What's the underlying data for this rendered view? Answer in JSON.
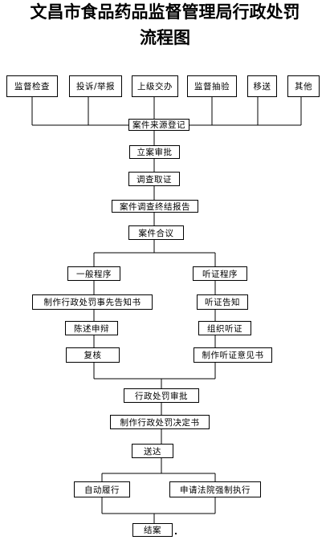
{
  "title": {
    "line1": "文昌市食品药品监督管理局行政处罚",
    "line2": "流程图"
  },
  "sources": [
    "监督检查",
    "投诉/举报",
    "上级交办",
    "监督抽验",
    "移送",
    "其他"
  ],
  "main_flow": [
    "案件来源登记",
    "立案审批",
    "调查取证",
    "案件调查终结报告",
    "案件合议"
  ],
  "general_branch": [
    "一般程序",
    "制作行政处罚事先告知书",
    "陈述申辩",
    "复核"
  ],
  "hearing_branch": [
    "听证程序",
    "听证告知",
    "组织听证",
    "制作听证意见书"
  ],
  "decision_flow": [
    "行政处罚审批",
    "制作行政处罚决定书",
    "送达"
  ],
  "execution": [
    "自动履行",
    "申请法院强制执行"
  ],
  "end": "结案"
}
